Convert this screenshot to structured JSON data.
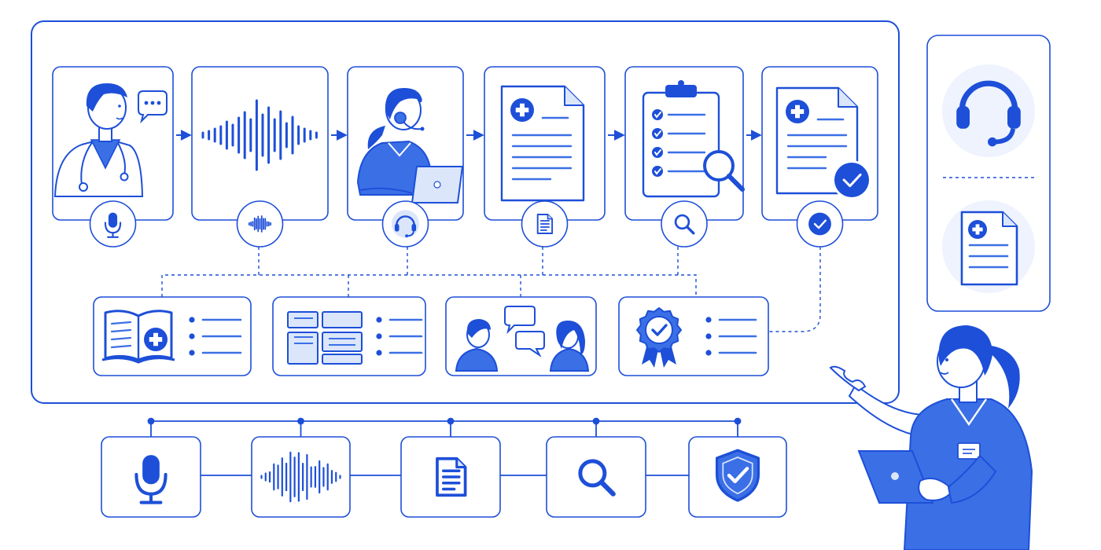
{
  "colors": {
    "primary": "#1d4fd8",
    "fill": "#3b6fe6",
    "light": "#dbe6fb",
    "soft": "#eef3fd",
    "skin": "#ffffff"
  },
  "pipeline_steps": [
    {
      "id": "dictation",
      "illustration": "doctor-speaking",
      "badge_icon": "microphone-icon"
    },
    {
      "id": "audio",
      "illustration": "sound-waveform",
      "badge_icon": "waveform-icon"
    },
    {
      "id": "transcription",
      "illustration": "transcriptionist-with-headset-and-laptop",
      "badge_icon": "headset-icon"
    },
    {
      "id": "medical-document",
      "illustration": "medical-report-document",
      "badge_icon": "document-icon"
    },
    {
      "id": "quality-review",
      "illustration": "clipboard-checklist-with-magnifier",
      "badge_icon": "magnifier-icon"
    },
    {
      "id": "approved-report",
      "illustration": "medical-report-with-checkmark",
      "badge_icon": "checkmark-icon"
    }
  ],
  "resources": [
    {
      "id": "medical-reference",
      "icon": "medical-book-icon"
    },
    {
      "id": "templates",
      "icon": "template-layout-icon"
    },
    {
      "id": "communication",
      "icon": "two-people-chat-icon"
    },
    {
      "id": "certification",
      "icon": "quality-badge-icon"
    }
  ],
  "bottom_steps": [
    {
      "id": "record",
      "icon": "microphone-icon"
    },
    {
      "id": "audio",
      "icon": "waveform-icon"
    },
    {
      "id": "document",
      "icon": "document-icon"
    },
    {
      "id": "review",
      "icon": "magnifier-icon"
    },
    {
      "id": "secure",
      "icon": "shield-check-icon"
    }
  ],
  "side_panel": [
    {
      "id": "support",
      "icon": "headset-icon"
    },
    {
      "id": "report",
      "icon": "medical-document-icon"
    }
  ],
  "presenter": {
    "illustration": "nurse-with-tablet-pointing"
  }
}
